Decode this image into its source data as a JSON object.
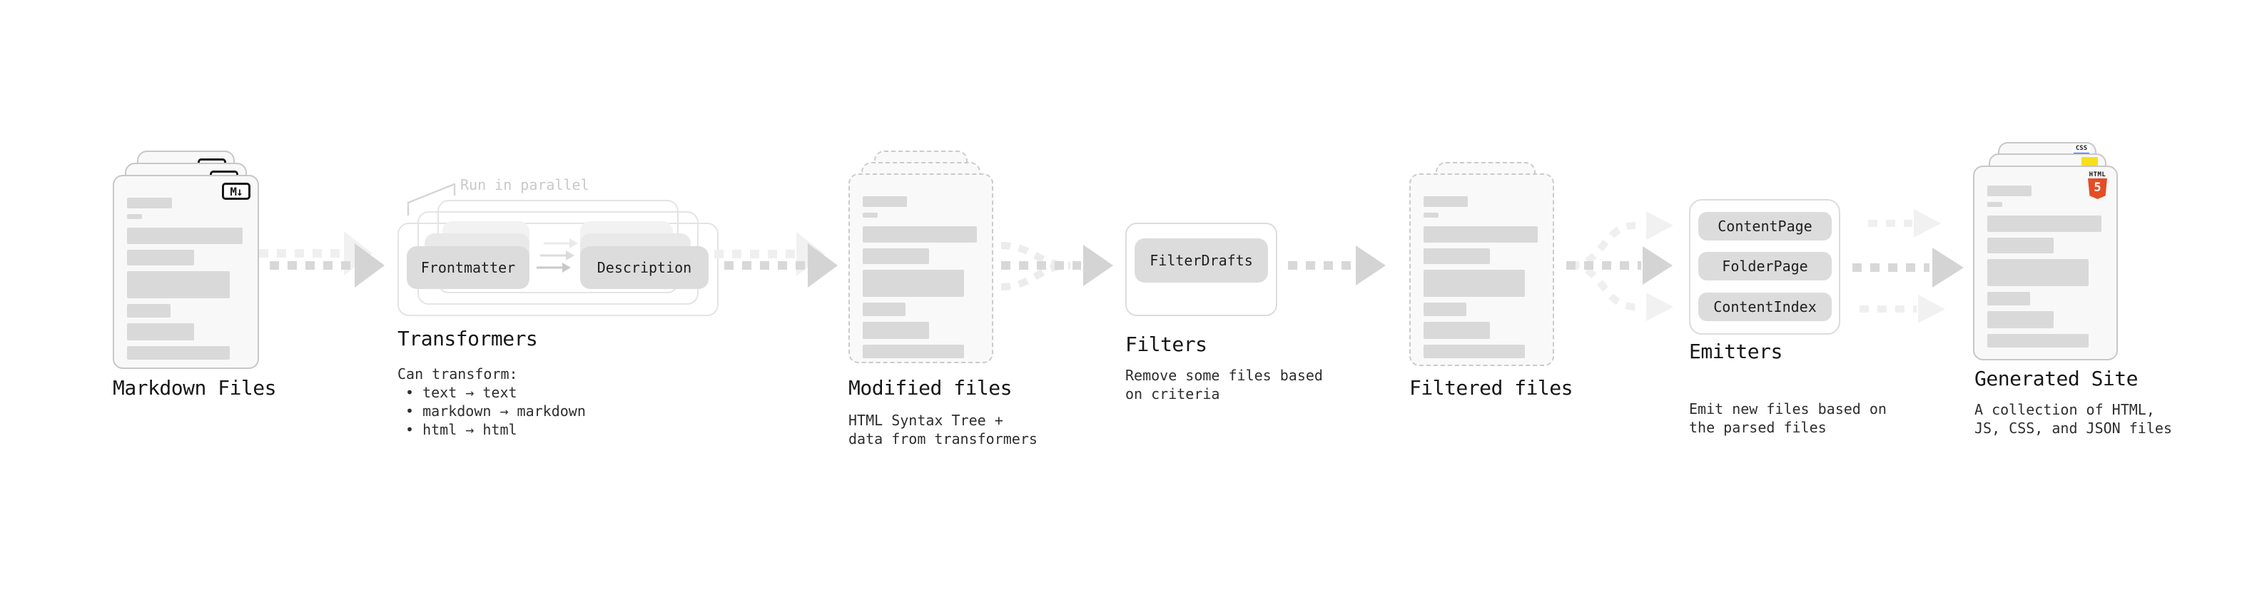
{
  "note": {
    "run_in_parallel": "Run in parallel"
  },
  "badges": {
    "markdown": "M↓",
    "html_word": "HTML",
    "html_number": "5",
    "css": "CSS"
  },
  "colors": {
    "html5_orange": "#e44d26",
    "js_yellow": "#f7df1e",
    "css_blue": "#2d5be3",
    "bar_gray": "#d9d9d9",
    "node_gray": "#dcdcdc",
    "arrow_dark": "#d8d8d8",
    "arrow_light": "#ededed"
  },
  "stages": {
    "markdown": {
      "title": "Markdown Files"
    },
    "transformers": {
      "title": "Transformers",
      "subtitle": "Can transform:",
      "bullets": [
        "• text → text",
        "• markdown → markdown",
        "• html → html"
      ],
      "node_left": "Frontmatter",
      "node_right": "Description"
    },
    "modified": {
      "title": "Modified files",
      "subtitle": [
        "HTML Syntax Tree +",
        "data from transformers"
      ]
    },
    "filters": {
      "title": "Filters",
      "subtitle": [
        "Remove some files based",
        "on criteria"
      ],
      "node": "FilterDrafts"
    },
    "filtered": {
      "title": "Filtered files"
    },
    "emitters": {
      "title": "Emitters",
      "subtitle": [
        "Emit new files based on",
        "the parsed files"
      ],
      "nodes": [
        "ContentPage",
        "FolderPage",
        "ContentIndex"
      ]
    },
    "generated": {
      "title": "Generated Site",
      "subtitle": [
        "A collection of HTML,",
        "JS, CSS, and JSON files"
      ]
    }
  }
}
